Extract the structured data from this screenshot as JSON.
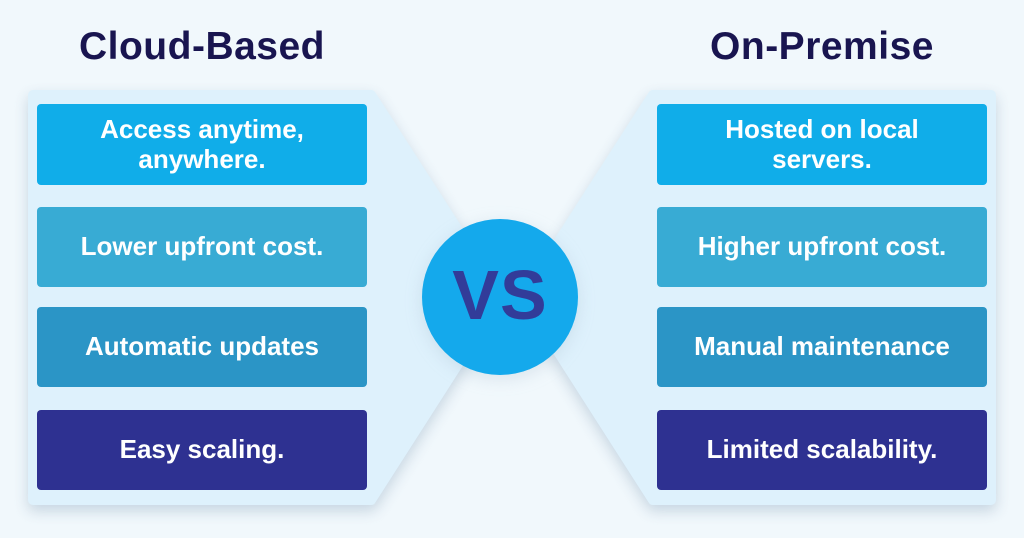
{
  "vs_label": "VS",
  "colors": {
    "background": "#f1f8fc",
    "panel": "#def1fc",
    "rows": [
      "#10ade9",
      "#38abd4",
      "#2b95c6",
      "#2e3191"
    ],
    "circle": "#14a9ec",
    "vs_text": "#323c99",
    "heading_text": "#191550",
    "bar_text": "#ffffff"
  },
  "panels": {
    "left": {
      "title": "Cloud-Based",
      "items": [
        {
          "text": "Access anytime, anywhere."
        },
        {
          "text": "Lower upfront cost."
        },
        {
          "text": "Automatic updates"
        },
        {
          "text": "Easy scaling."
        }
      ]
    },
    "right": {
      "title": "On-Premise",
      "items": [
        {
          "text": "Hosted on local servers."
        },
        {
          "text": "Higher upfront cost."
        },
        {
          "text": "Manual maintenance"
        },
        {
          "text": "Limited scalability."
        }
      ]
    }
  }
}
